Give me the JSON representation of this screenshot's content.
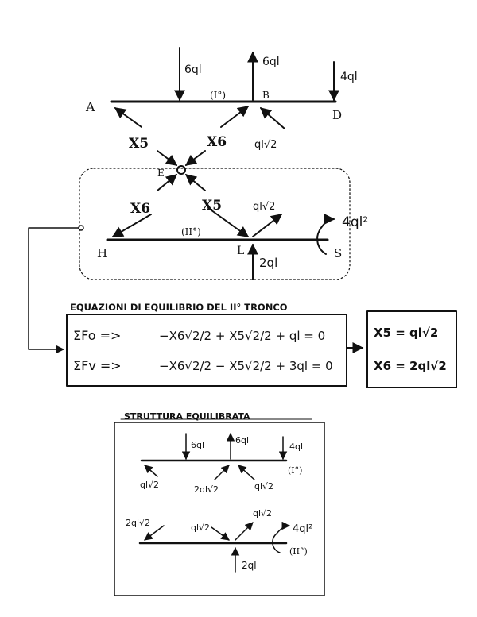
{
  "colors": {
    "ink": "#111111",
    "paper": "#ffffff"
  },
  "top_diagram": {
    "labels": {
      "A": "A",
      "B": "B",
      "D": "D",
      "E": "E",
      "H": "H",
      "L": "L",
      "S": "S",
      "tronco1": "(I°)",
      "tronco2": "(II°)"
    },
    "loads": {
      "a_down": "6ql",
      "b_up": "6ql",
      "d_down": "4ql",
      "b_diag": "ql√2",
      "l_diag": "ql√2",
      "l_up": "2ql",
      "s_moment": "4ql²"
    },
    "unknowns": {
      "x5_top": "X5",
      "x6_top": "X6",
      "x6_bot": "X6",
      "x5_bot": "X5"
    }
  },
  "equations": {
    "heading": "EQUAZIONI DI EQUILIBRIO DEL II° TRONCO",
    "eq1": {
      "sum": "ΣFo =>",
      "rhs": "−X6√2/2 + X5√2/2 + ql = 0"
    },
    "eq2": {
      "sum": "ΣFv =>",
      "rhs": "−X6√2/2 − X5√2/2 + 3ql = 0"
    }
  },
  "results": {
    "x5": "X5 = ql√2",
    "x6": "X6 = 2ql√2"
  },
  "balanced": {
    "heading": "STRUTTURA EQUILIBRATA",
    "top": {
      "down1": "6ql",
      "up": "6ql",
      "down2": "4ql",
      "tag": "(I°)"
    },
    "mid": {
      "left": "ql√2",
      "center": "2ql√2",
      "right": "ql√2"
    },
    "bottom": {
      "left": "2ql√2",
      "center": "ql√2",
      "right": "ql√2",
      "moment": "4ql²",
      "up": "2ql",
      "tag": "(II°)"
    }
  }
}
